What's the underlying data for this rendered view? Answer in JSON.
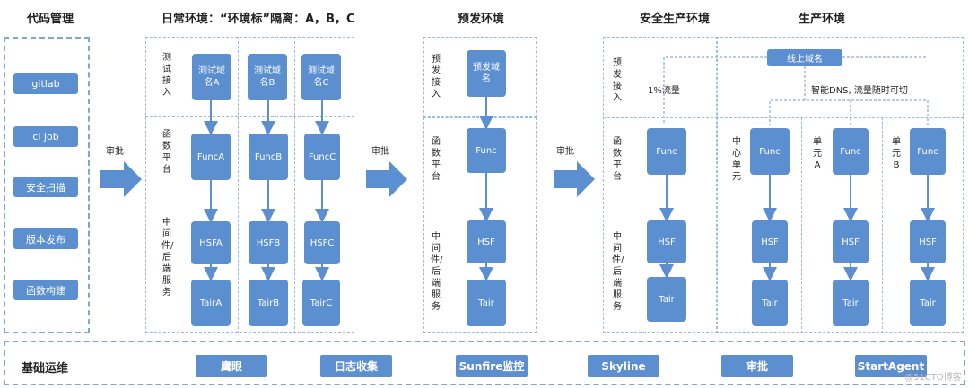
{
  "sections": {
    "code_mgmt": "代码管理",
    "daily_env": "日常环境：“环境标”隔离：A，B，C",
    "pre_env": "预发环境",
    "safe_env": "安全生产环境",
    "prod_env": "生产环境"
  },
  "code_items": [
    "gitlab",
    "ci job",
    "安全扫描",
    "版本发布",
    "函数构建"
  ],
  "approve": "审批",
  "row_labels": {
    "test_access": "测试接入",
    "pre_access": "预发接入",
    "func_platform": "函数平台",
    "middleware": "中间件/后端服务"
  },
  "daily_boxes": {
    "test": [
      "测试域名A",
      "测试域名B",
      "测试域名C"
    ],
    "func": [
      "FuncA",
      "FuncB",
      "FuncC"
    ],
    "hsf": [
      "HSFA",
      "HSFB",
      "HSFC"
    ],
    "tair": [
      "TairA",
      "TairB",
      "TairC"
    ]
  },
  "pre_boxes": {
    "domain": "预发域名",
    "func": "Func",
    "hsf": "HSF",
    "tair": "Tair"
  },
  "safe_boxes": {
    "traffic": "1%流量",
    "func": "Func",
    "hsf": "HSF",
    "tair": "Tair"
  },
  "prod": {
    "domain": "线上域名",
    "dns_note": "智能DNS, 流量随时可切",
    "units": [
      "中心单元",
      "单元A",
      "单元B"
    ],
    "func": "Func",
    "hsf": "HSF",
    "tair": "Tair"
  },
  "infra": {
    "label": "基础运维",
    "items": [
      "鹰眼",
      "日志收集",
      "Sunfire监控",
      "Skyline",
      "审批",
      "StartAgent"
    ]
  },
  "watermark": "@51CTO博客",
  "colors": {
    "box": "#5b8fcf",
    "dash": "#7fa7d1"
  }
}
